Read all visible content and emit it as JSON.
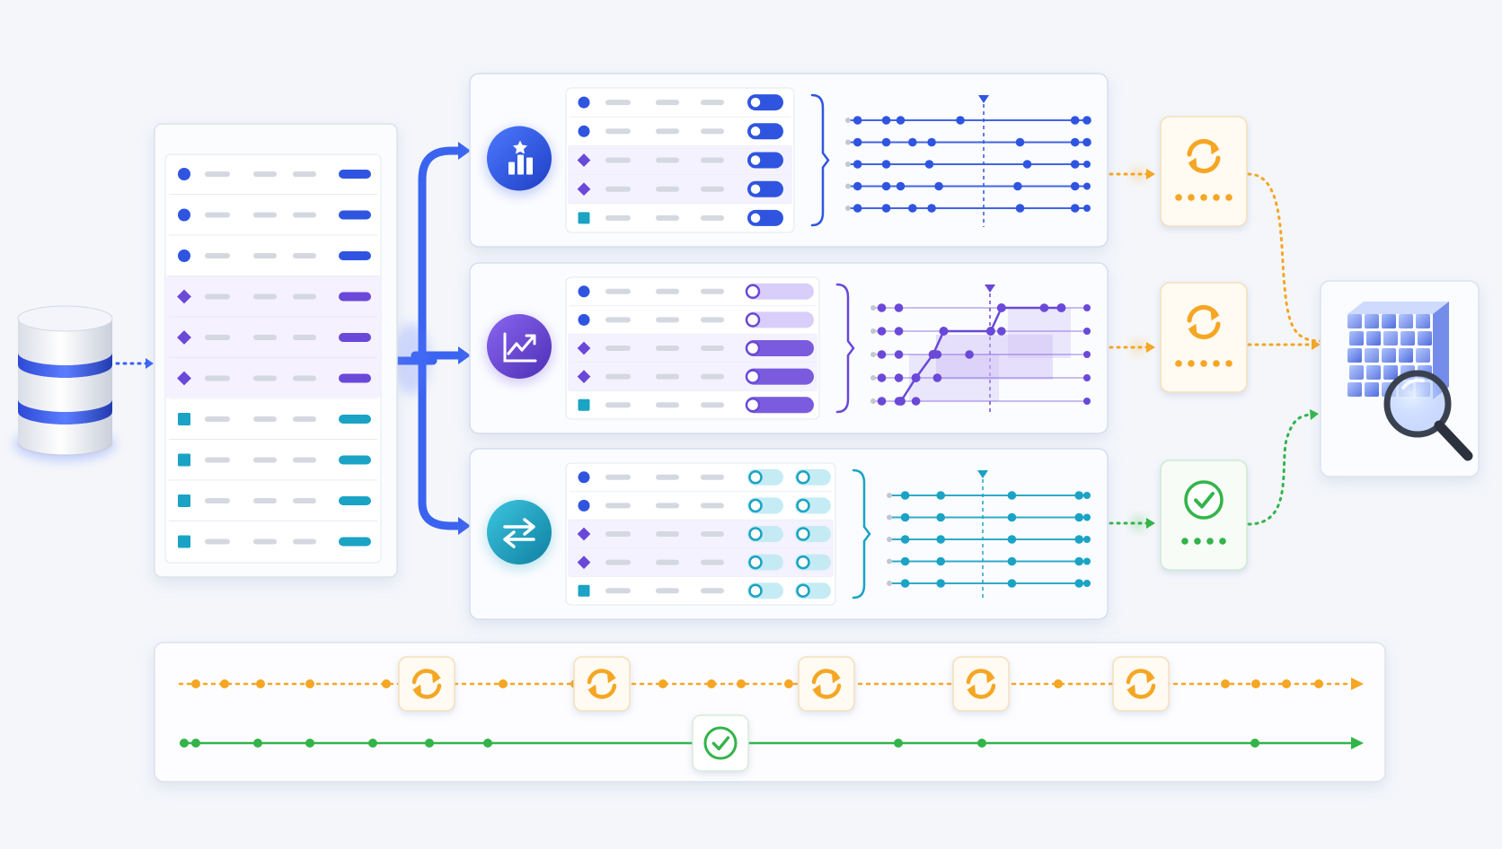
{
  "colors": {
    "background": "#f4f6fa",
    "blue": "#2f55e0",
    "purple": "#6a48d8",
    "teal": "#1aa3c4",
    "orange": "#f5a623",
    "green": "#33b44a",
    "panel_border": "#d6ddf0",
    "placeholder_line": "#d4d8e0"
  },
  "source_table": {
    "rows": [
      {
        "marker": "circle",
        "color": "#2f55e0"
      },
      {
        "marker": "circle",
        "color": "#2f55e0"
      },
      {
        "marker": "circle",
        "color": "#2f55e0"
      },
      {
        "marker": "diamond",
        "color": "#6a48d8"
      },
      {
        "marker": "diamond",
        "color": "#6a48d8"
      },
      {
        "marker": "diamond",
        "color": "#6a48d8"
      },
      {
        "marker": "square",
        "color": "#1aa3c4"
      },
      {
        "marker": "square",
        "color": "#1aa3c4"
      },
      {
        "marker": "square",
        "color": "#1aa3c4"
      },
      {
        "marker": "square",
        "color": "#1aa3c4"
      }
    ]
  },
  "branches": [
    {
      "icon": "ranking-chart-icon",
      "color": "#2f55e0",
      "toggle_style": "switch",
      "toggle_columns": 1,
      "rows": [
        "circle",
        "circle",
        "diamond",
        "diamond",
        "square"
      ],
      "timeline": {
        "style": "dots",
        "lines": 5
      }
    },
    {
      "icon": "trend-line-icon",
      "color": "#6a48d8",
      "toggle_style": "range",
      "toggle_columns": 1,
      "rows": [
        "circle",
        "circle",
        "diamond",
        "diamond",
        "square"
      ],
      "timeline": {
        "style": "staircase",
        "lines": 5
      }
    },
    {
      "icon": "swap-arrows-icon",
      "color": "#1aa3c4",
      "toggle_style": "switch",
      "toggle_columns": 2,
      "rows": [
        "circle",
        "circle",
        "diamond",
        "diamond",
        "square"
      ],
      "timeline": {
        "style": "dots",
        "lines": 5
      }
    }
  ],
  "status_nodes": [
    {
      "icon": "sync-icon",
      "color": "#f5a623",
      "dots": 5
    },
    {
      "icon": "sync-icon",
      "color": "#f5a623",
      "dots": 5
    },
    {
      "icon": "check-icon",
      "color": "#33b44a",
      "dots": 4
    }
  ],
  "result_node": {
    "icon": "cube-magnifier-icon"
  },
  "bottom_timeline": {
    "sync_track": {
      "color": "#f5a623",
      "sync_events": 5
    },
    "valid_track": {
      "color": "#33b44a",
      "check_events": 1
    }
  }
}
